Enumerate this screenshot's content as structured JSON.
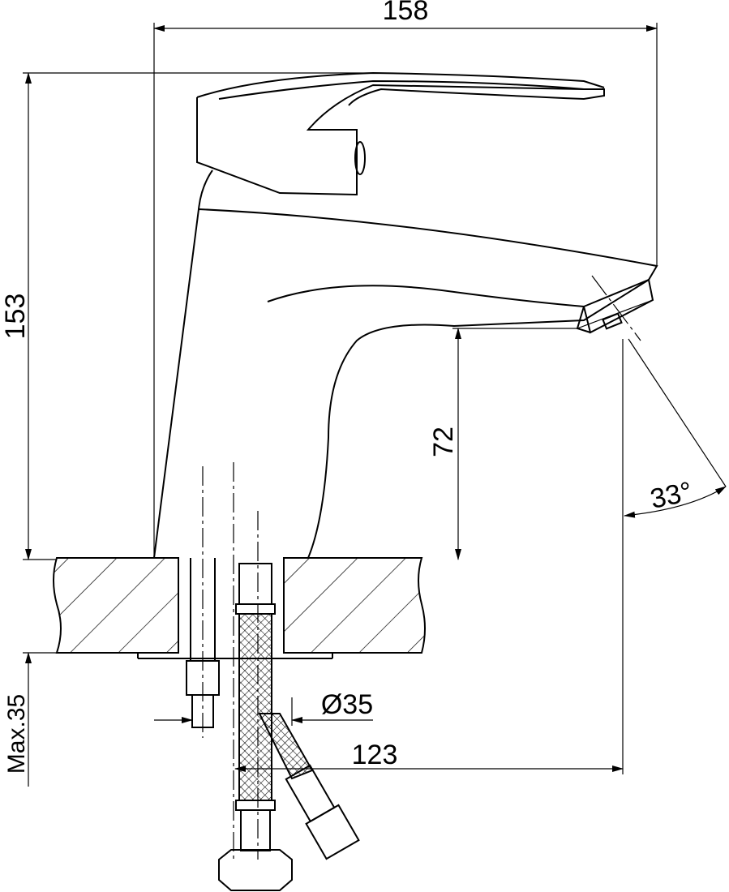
{
  "drawing": {
    "dimensions": {
      "overall_length": "158",
      "overall_height": "153",
      "spout_height": "72",
      "spray_angle": "33°",
      "max_counter_thickness": "Max.35",
      "hole_diameter": "Ø35",
      "spout_reach": "123"
    },
    "line_color": "#000000",
    "background_color": "#ffffff"
  }
}
